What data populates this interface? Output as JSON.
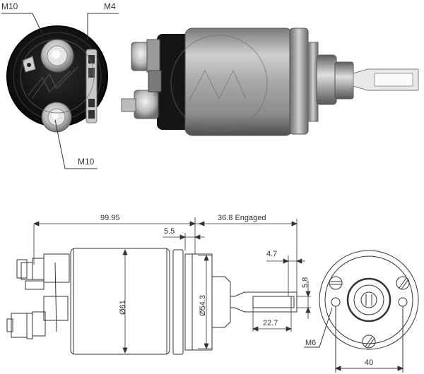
{
  "photo": {
    "end_view_labels": {
      "top_left_terminal": "M10",
      "top_right_terminal": "M4",
      "bottom_terminal": "M10"
    },
    "colors": {
      "body_dark": "#1a1a1a",
      "metal_light": "#d9d9d9",
      "metal_mid": "#9a9a9a",
      "metal_dark": "#5a5a5a"
    }
  },
  "drawing": {
    "side_view": {
      "overall_length": "99.95",
      "engaged_stroke": "36.8 Engaged",
      "flange_offset": "5.5",
      "body_diameter": "Ø61",
      "flange_diameter": "Ø54.3",
      "slot_width": "4.7",
      "slot_height": "5.8",
      "plunger_length": "22.7"
    },
    "front_view": {
      "mount_thread": "M6",
      "mount_spacing": "40"
    },
    "line_color": "#333333"
  }
}
